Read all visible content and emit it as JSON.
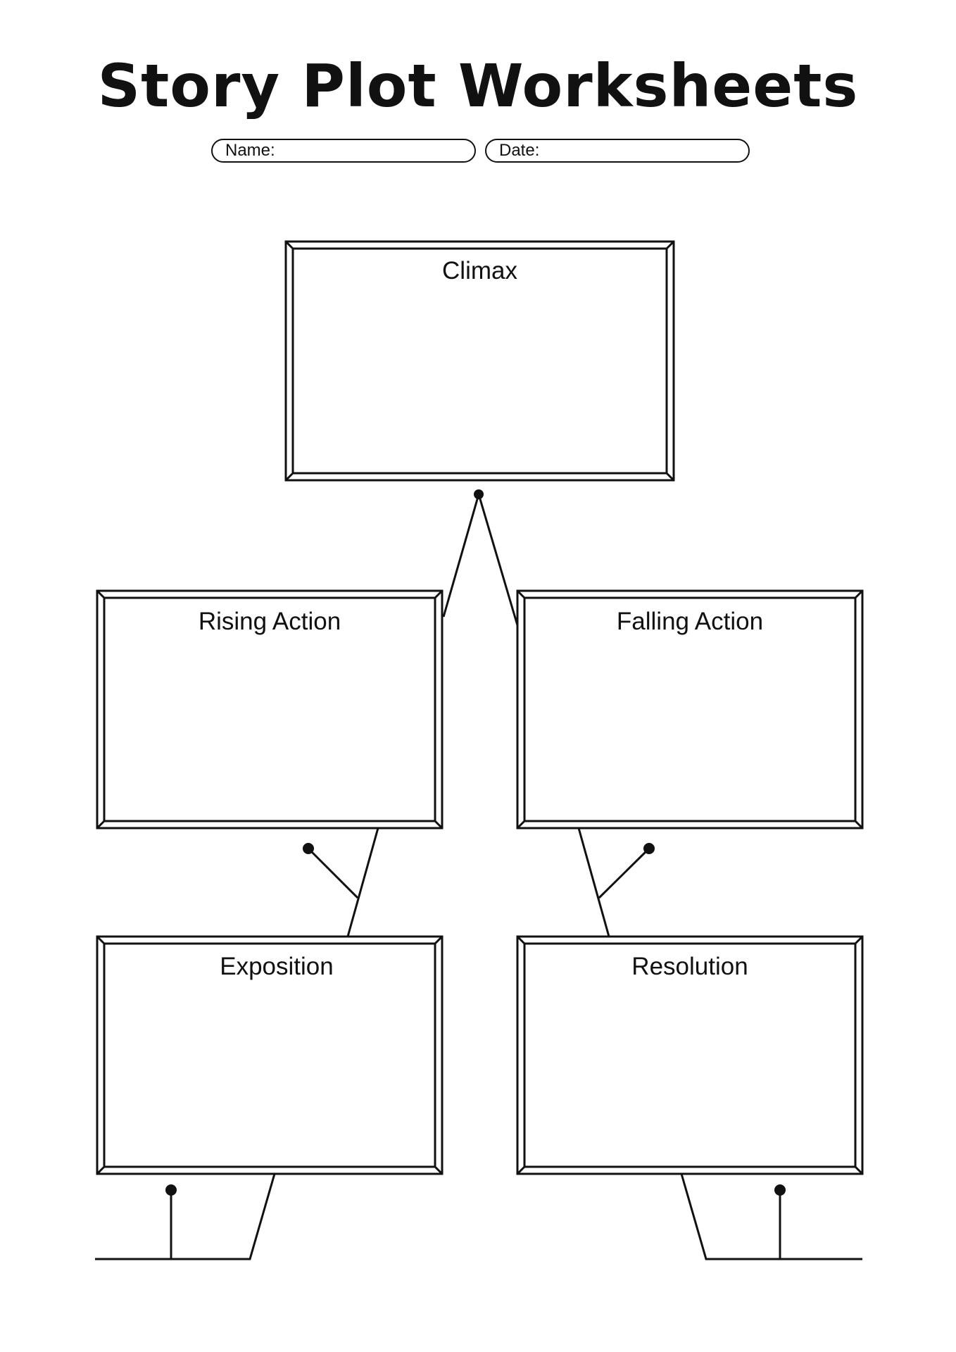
{
  "title": "Story Plot Worksheets",
  "fields": {
    "name_label": "Name:",
    "date_label": "Date:"
  },
  "boxes": {
    "climax": "Climax",
    "rising_action": "Rising Action",
    "falling_action": "Falling Action",
    "exposition": "Exposition",
    "resolution": "Resolution"
  }
}
